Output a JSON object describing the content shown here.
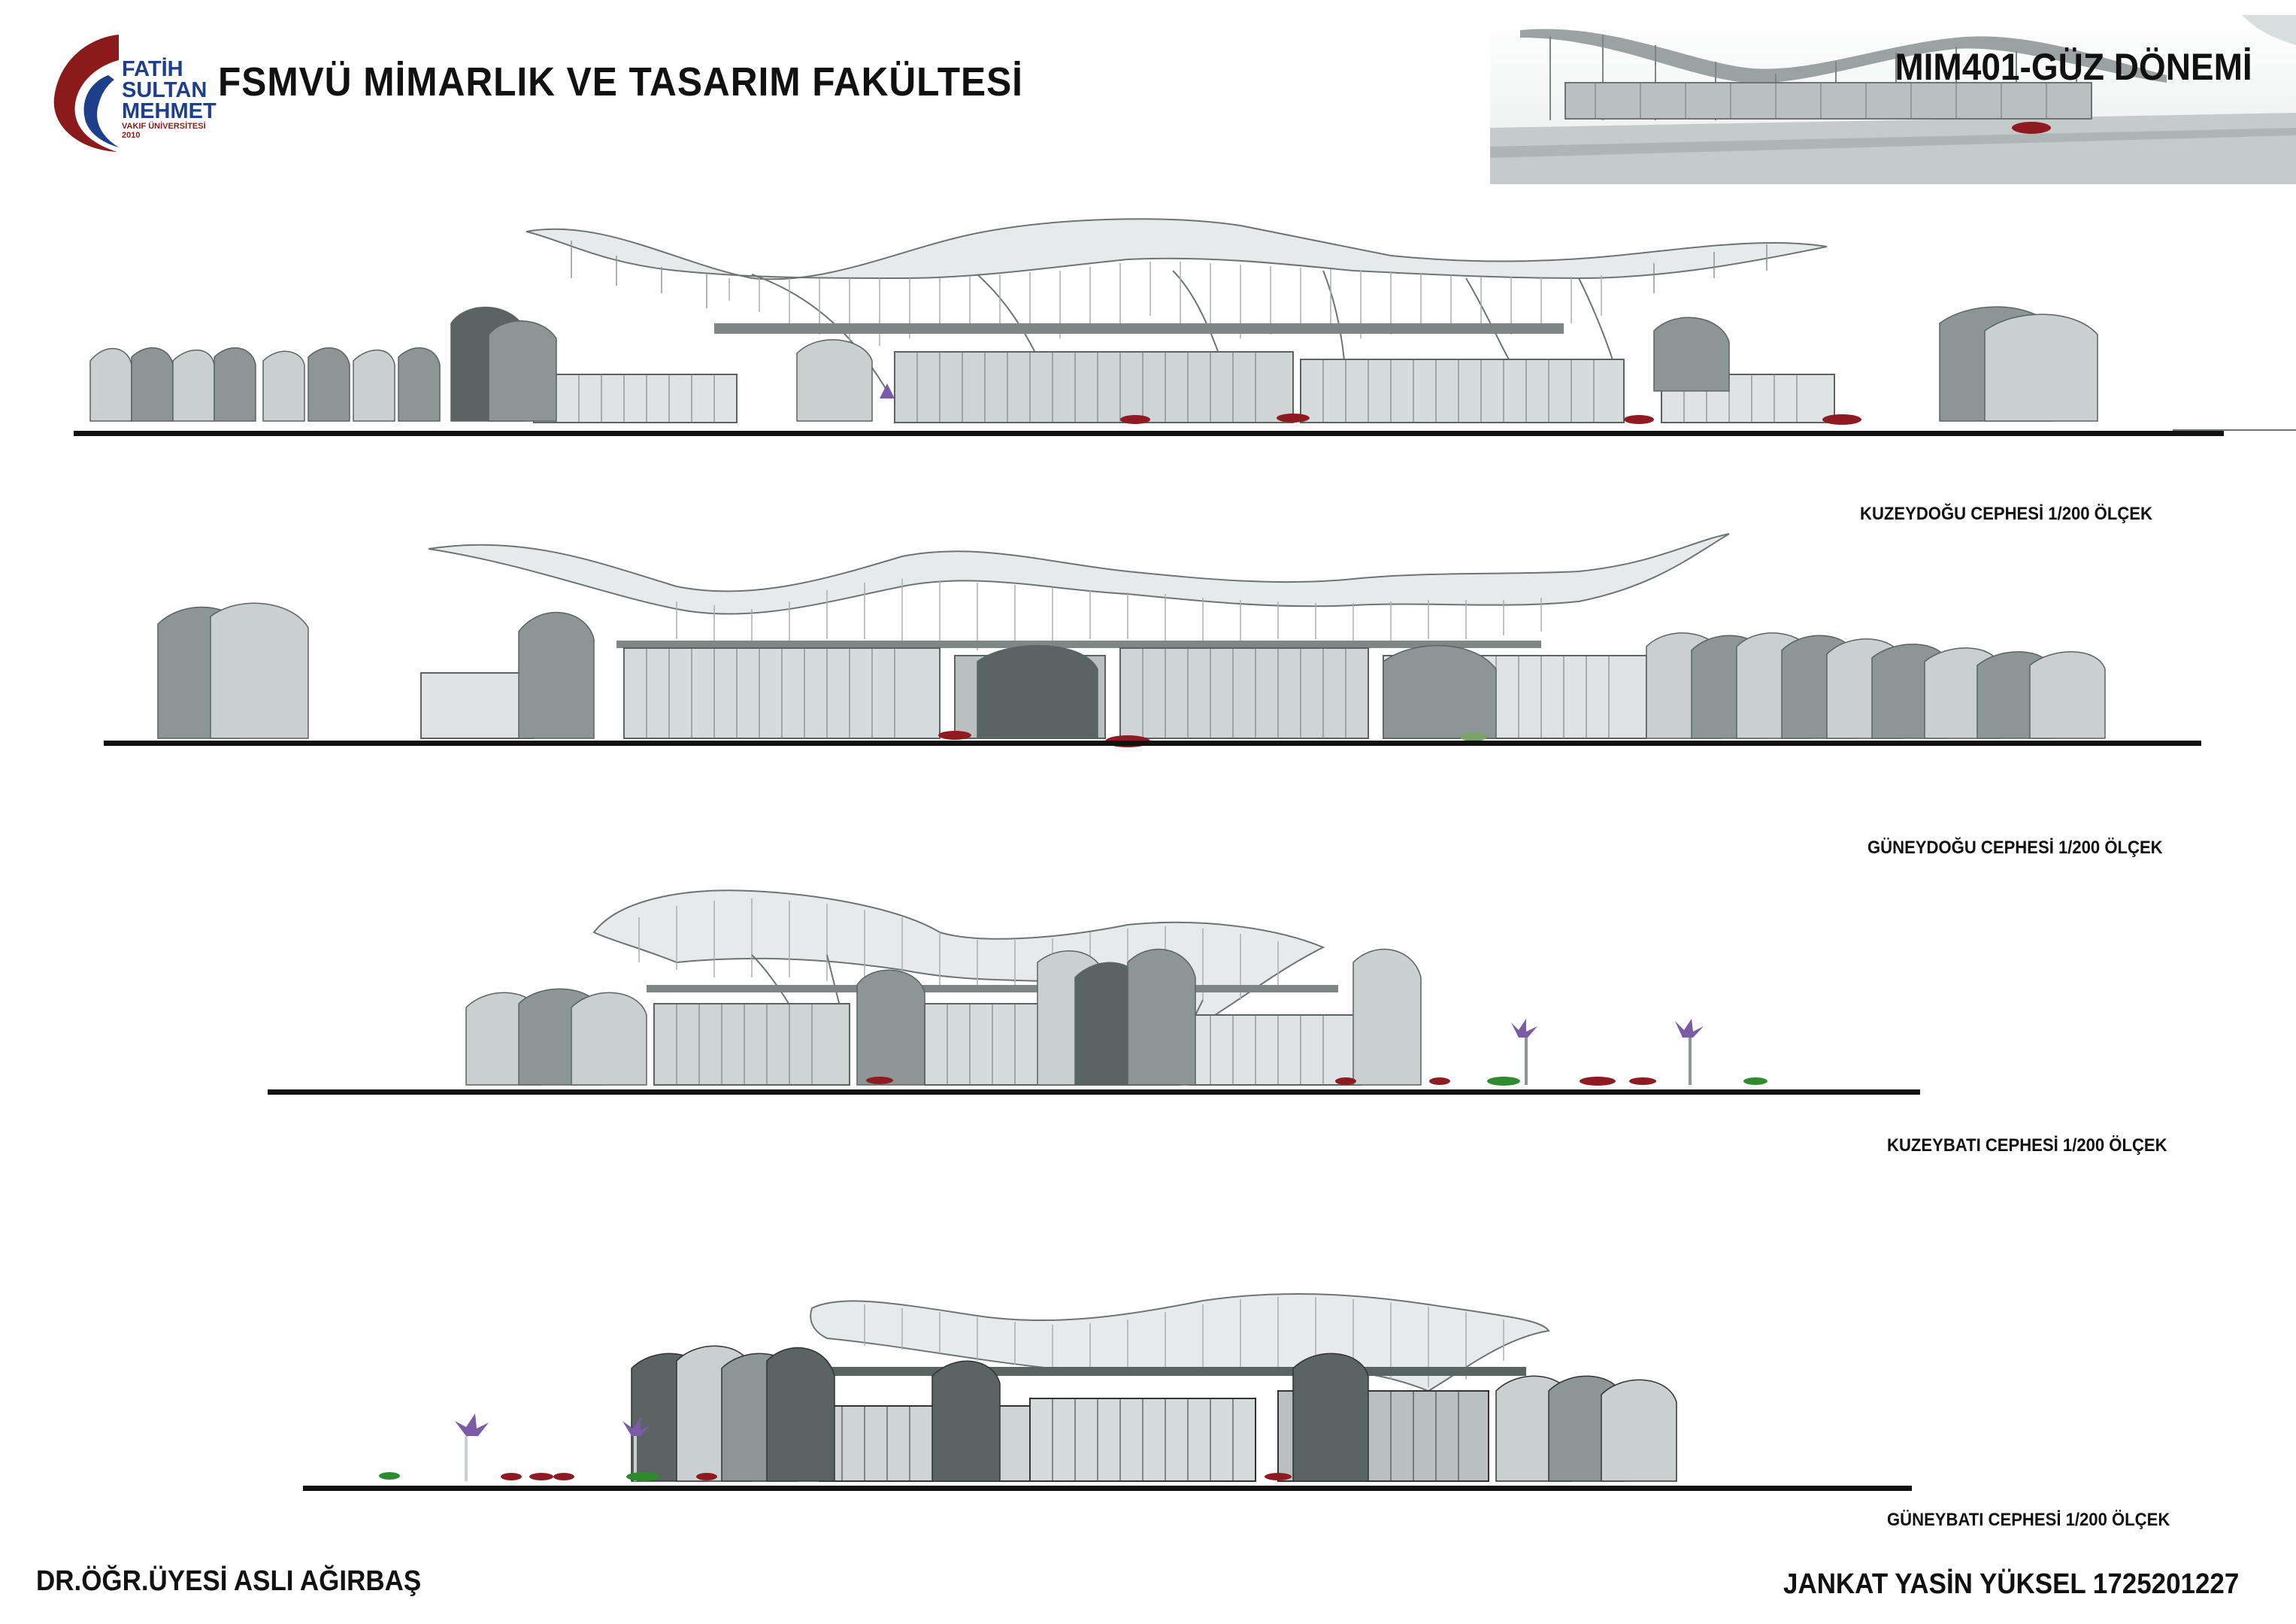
{
  "header": {
    "title": "FSMVÜ MİMARLIK VE TASARIM FAKÜLTESİ",
    "course": "MIM401-GÜZ DÖNEMİ"
  },
  "logo": {
    "line1": "FATİH",
    "line2": "SULTAN",
    "line3": "MEHMET",
    "line4": "VAKIF ÜNİVERSİTESİ",
    "line5": "2010",
    "colors": {
      "red": "#8b1a1a",
      "blue": "#1d3f8c"
    }
  },
  "elevations": [
    {
      "label": "KUZEYDOĞU CEPHESİ 1/200 ÖLÇEK"
    },
    {
      "label": "GÜNEYDOĞU CEPHESİ 1/200 ÖLÇEK"
    },
    {
      "label": "KUZEYBATI CEPHESİ 1/200 ÖLÇEK"
    },
    {
      "label": "GÜNEYBATI CEPHESİ 1/200 ÖLÇEK"
    }
  ],
  "footer": {
    "instructor": "DR.ÖĞR.ÜYESİ  ASLI AĞIRBAŞ",
    "student": "JANKAT YASİN YÜKSEL 1725201227"
  },
  "palette": {
    "tree_dark": "#5a6462",
    "tree_mid": "#8c9795",
    "tree_light": "#c9d0cf",
    "canopy": "#9aa3a2",
    "ground": "#111111",
    "car_red": "#8e1b22",
    "palm": "#7b5aa6"
  }
}
